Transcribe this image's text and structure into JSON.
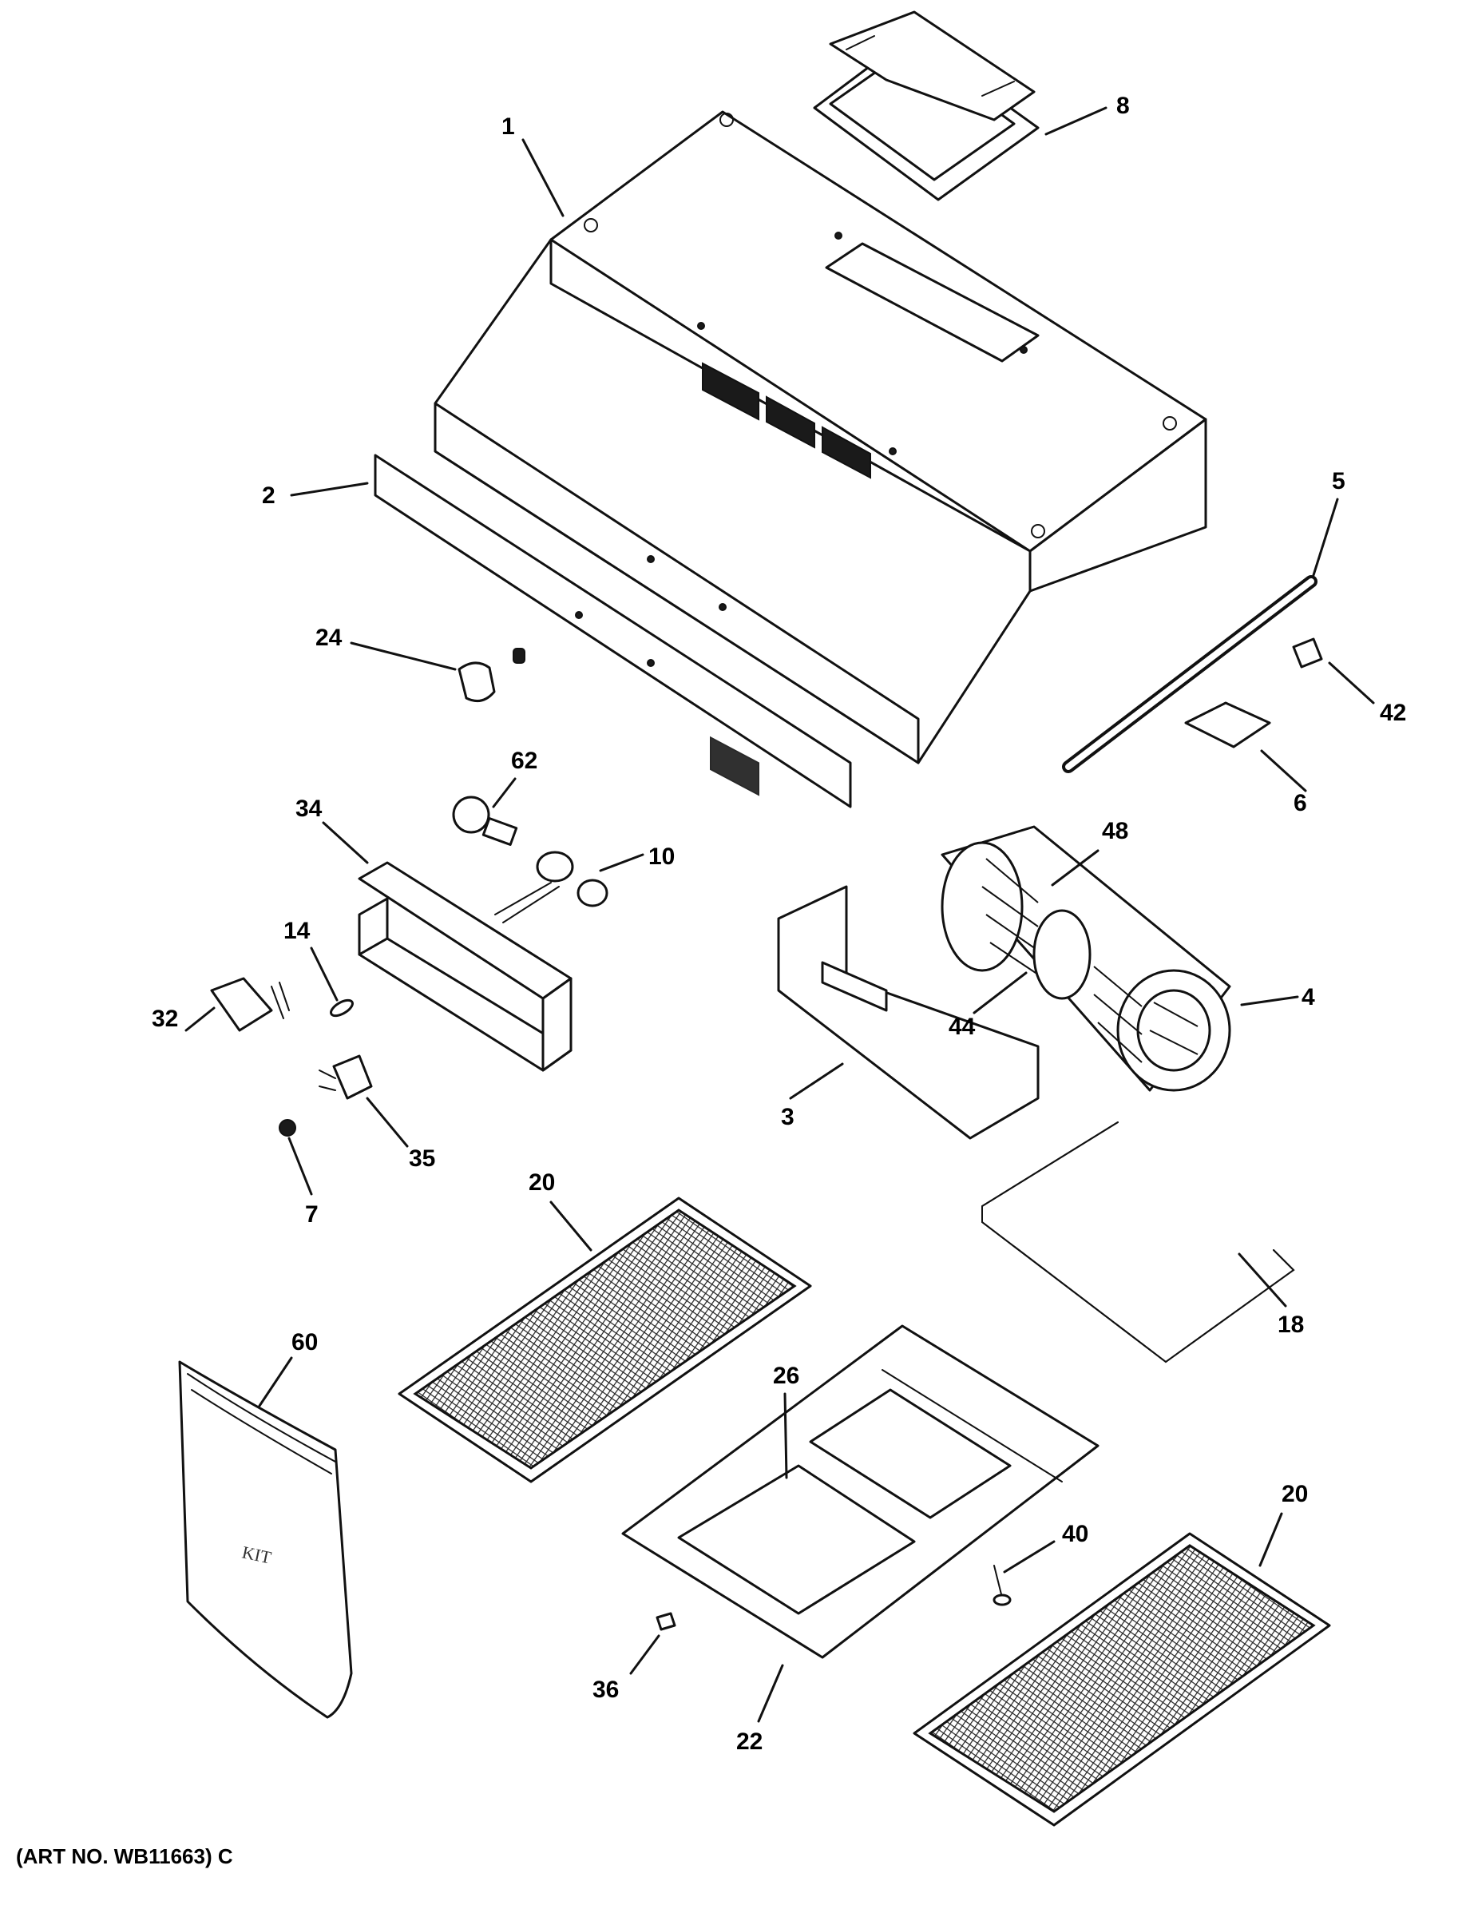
{
  "callouts": {
    "c1": "1",
    "c2": "2",
    "c3": "3",
    "c4": "4",
    "c5": "5",
    "c6": "6",
    "c7": "7",
    "c8": "8",
    "c10": "10",
    "c14": "14",
    "c18": "18",
    "c20a": "20",
    "c20b": "20",
    "c22": "22",
    "c24": "24",
    "c26": "26",
    "c32": "32",
    "c34": "34",
    "c35": "35",
    "c36": "36",
    "c40": "40",
    "c42": "42",
    "c44": "44",
    "c48": "48",
    "c60": "60",
    "c62": "62"
  },
  "kit_bag_label": "KIT",
  "art_number": "(ART NO. WB11663) C"
}
